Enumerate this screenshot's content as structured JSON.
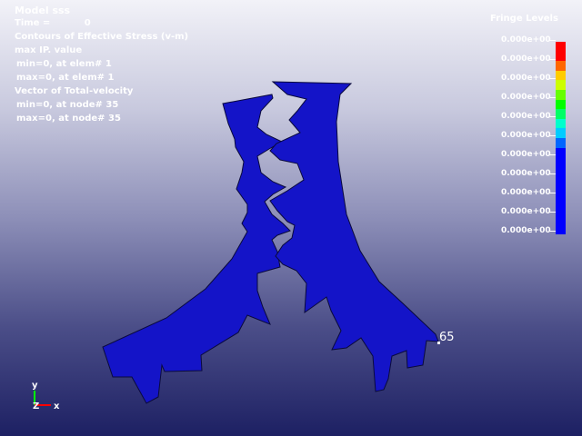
{
  "info": {
    "title": "Model sss",
    "time_label": "Time =",
    "time_value": "0",
    "result_type": "Contours of Effective Stress (v-m)",
    "value_type": "max IP. value",
    "min_line": "min=0, at elem# 1",
    "max_line": "max=0, at elem# 1",
    "vector_line": "Vector of Total-velocity",
    "vmin_line": "min=0, at node# 35",
    "vmax_line": "max=0, at node# 35"
  },
  "fringe": {
    "title": "Fringe Levels",
    "levels": [
      "0.000e+00",
      "0.000e+00",
      "0.000e+00",
      "0.000e+00",
      "0.000e+00",
      "0.000e+00",
      "0.000e+00",
      "0.000e+00",
      "0.000e+00",
      "0.000e+00",
      "0.000e+00"
    ],
    "colors": [
      "#ff0000",
      "#ff0000",
      "#ff6600",
      "#ffcc00",
      "#ccff00",
      "#66ff00",
      "#00ff00",
      "#00ff66",
      "#00ffcc",
      "#00ccff",
      "#0066ff",
      "#0000ff",
      "#0000ff",
      "#0000ff",
      "#0000ff",
      "#0000ff",
      "#0000ff",
      "#0000ff",
      "#0000ff",
      "#0000ff"
    ]
  },
  "model": {
    "fill_color": "#1414c8",
    "edge_color": "#0a0a3c",
    "node_label": "65"
  },
  "triad": {
    "y_label": "y",
    "z_label": "Z",
    "x_label": "x",
    "y_color": "#00ff00",
    "x_color": "#ff0000"
  }
}
